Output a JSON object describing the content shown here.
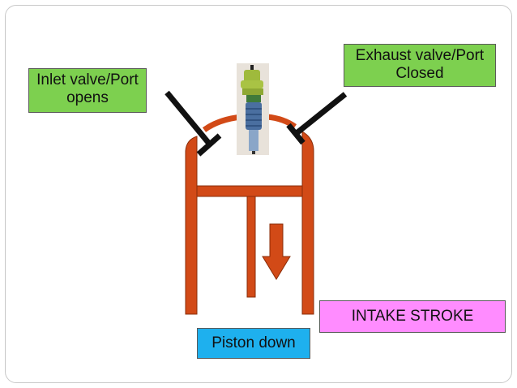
{
  "labels": {
    "inlet_line1": "Inlet valve/Port",
    "inlet_line2": "opens",
    "exhaust_line1": "Exhaust valve/Port",
    "exhaust_line2": "Closed",
    "stroke": "INTAKE STROKE",
    "piston": "Piston down"
  },
  "colors": {
    "cylinder": "#d24a17",
    "green_box": "#7dd04f",
    "pink_box": "#ff8cff",
    "blue_box": "#1eb0ee",
    "valve": "#111111"
  },
  "icons": {
    "spark_plug": "spark-plug-icon",
    "arrow": "arrow-down-icon"
  }
}
